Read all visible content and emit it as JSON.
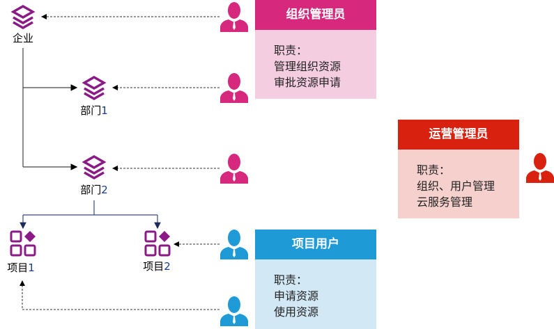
{
  "nodes": {
    "enterprise": "企业",
    "dept1": "部门",
    "dept1_num": "1",
    "dept2": "部门",
    "dept2_num": "2",
    "project1": "项目",
    "project1_num": "1",
    "project2": "项目",
    "project2_num": "2"
  },
  "roles": [
    {
      "title": "组织管理员",
      "duty_label": "职责：",
      "duties": [
        "管理组织资源",
        "审批资源申请"
      ],
      "color": "#d6287d",
      "bg": "#f4cde0"
    },
    {
      "title": "运营管理员",
      "duty_label": "职责：",
      "duties": [
        "组织、用户管理",
        "云服务管理"
      ],
      "color": "#d9210f",
      "bg": "#f6d0cd"
    },
    {
      "title": "项目用户",
      "duty_label": "职责：",
      "duties": [
        "申请资源",
        "使用资源"
      ],
      "color": "#1e9ad6",
      "bg": "#d2e8f5"
    }
  ],
  "icon_color": "#8b1a87"
}
